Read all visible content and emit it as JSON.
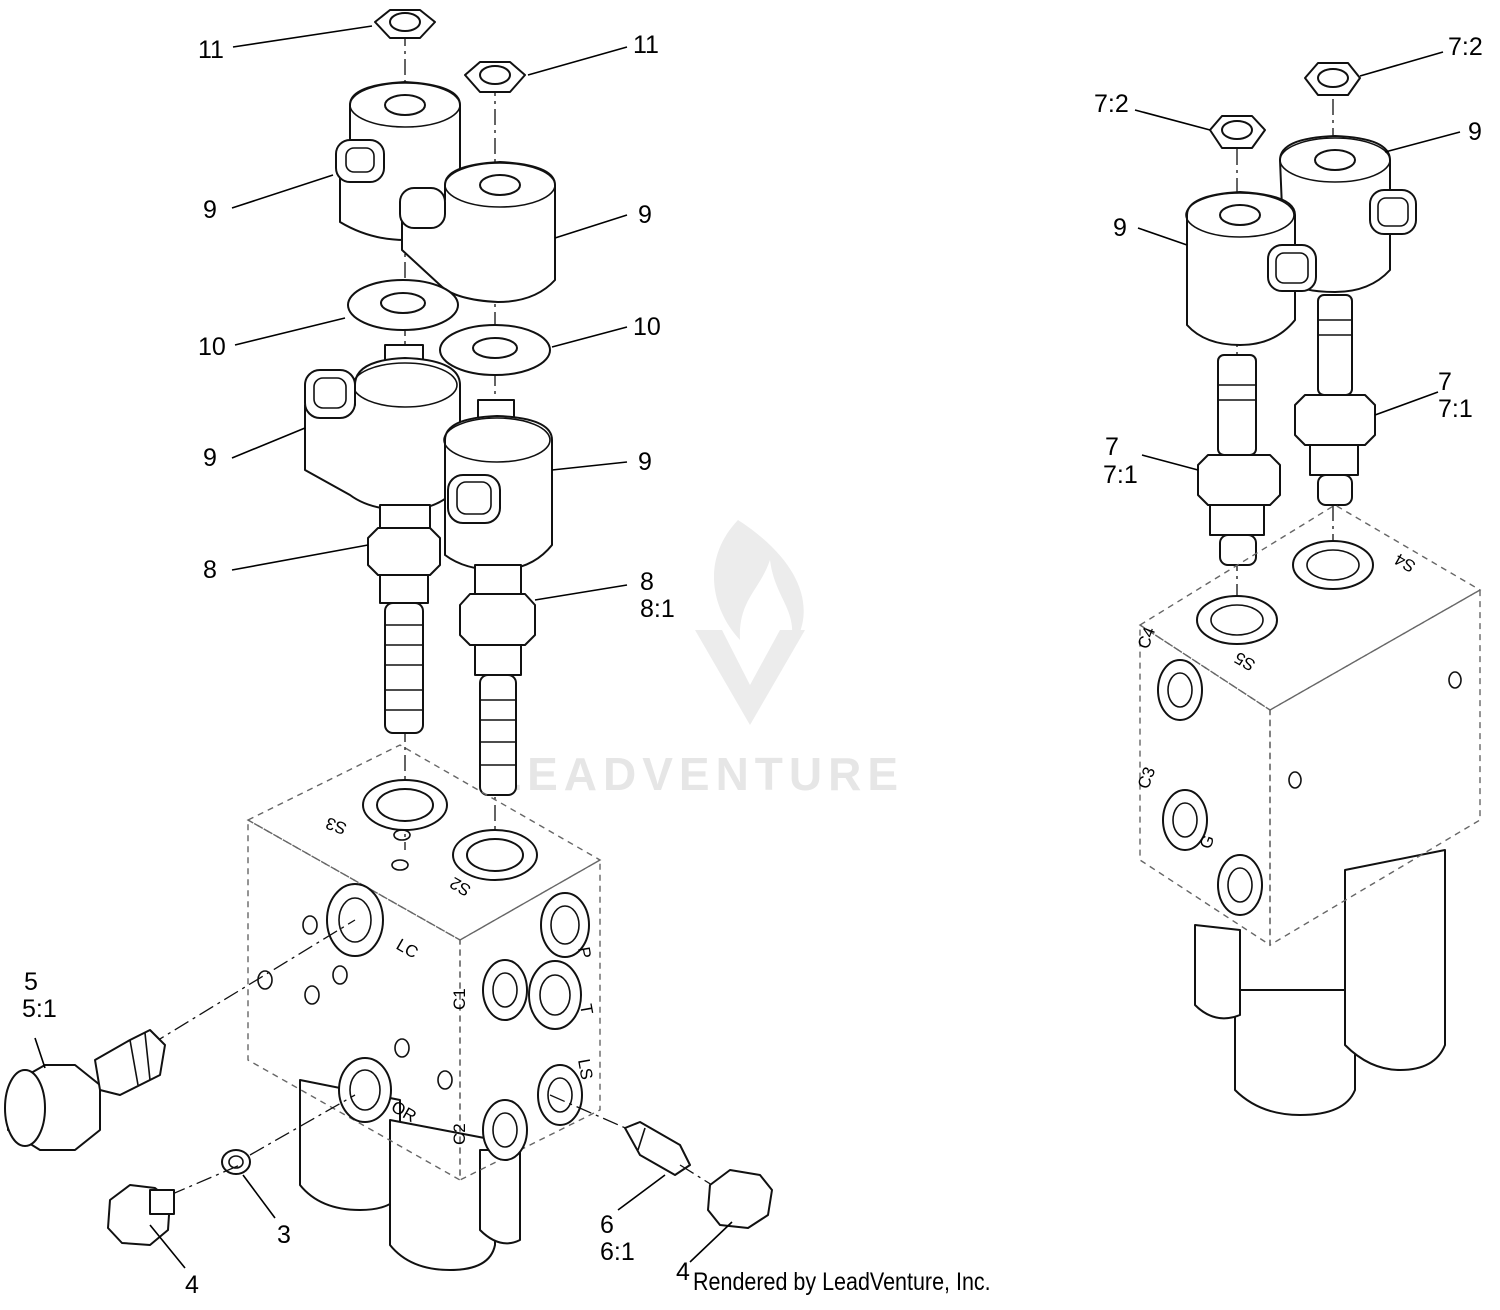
{
  "watermark": {
    "text": "LEADVENTURE"
  },
  "credit": "Rendered by LeadVenture, Inc.",
  "callouts": {
    "left_nut_a": "11",
    "left_nut_b": "11",
    "left_coil_a": "9",
    "left_coil_b": "9",
    "left_washer_a": "10",
    "left_washer_b": "10",
    "left_coil_c": "9",
    "left_coil_d": "9",
    "left_valve_a": "8",
    "left_valve_b": "8",
    "left_valve_b_alt": "8:1",
    "relief_valve": "5",
    "relief_valve_alt": "5:1",
    "small_plug": "3",
    "plug_left": "4",
    "check_valve": "6",
    "check_valve_alt": "6:1",
    "plug_right": "4",
    "right_nut_a": "7:2",
    "right_nut_b": "7:2",
    "right_coil_a": "9",
    "right_coil_b": "9",
    "right_valve_a": "7",
    "right_valve_a_alt": "7:1",
    "right_valve_b": "7",
    "right_valve_b_alt": "7:1"
  },
  "port_marks": {
    "s3": "S3",
    "s2": "S2",
    "lc": "LC",
    "p": "P",
    "t": "T",
    "c1": "C1",
    "c2": "C2",
    "or": "OR",
    "ls": "LS",
    "s4": "S4",
    "s5": "S5",
    "c4": "C4",
    "c3": "C3",
    "g": "G"
  }
}
